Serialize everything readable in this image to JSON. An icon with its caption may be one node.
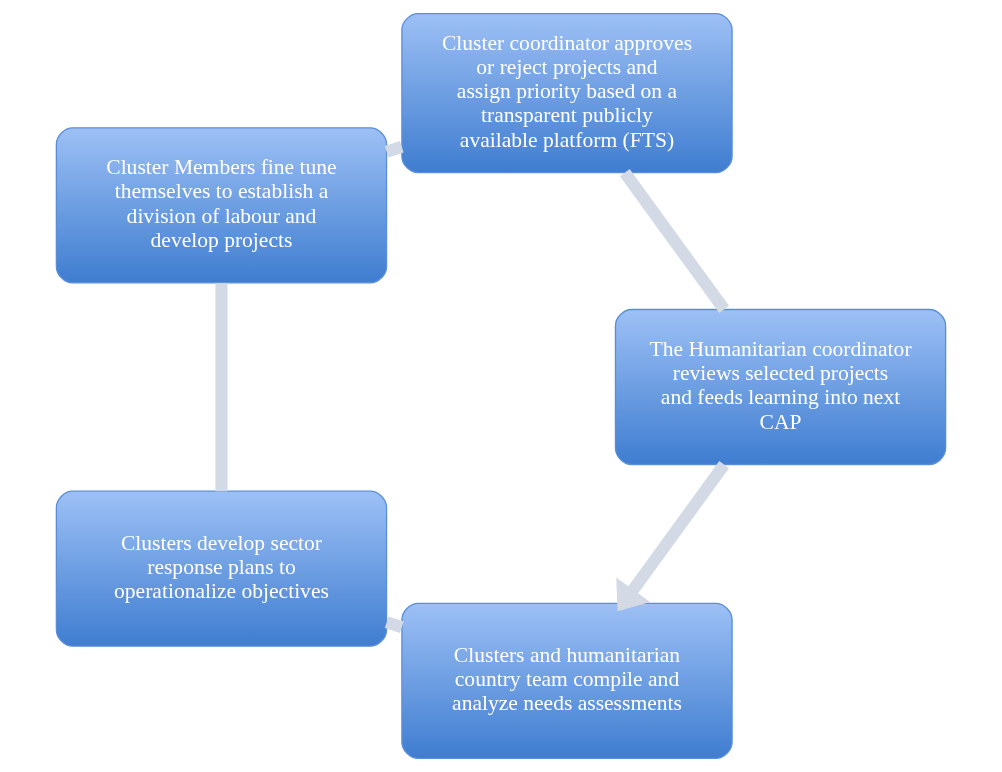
{
  "diagram": {
    "nodes": [
      {
        "text": [
          "Clusters and humanitarian country team compile and analyze needs assessments"
        ]
      },
      {
        "text": [
          "Clusters develop sector response plans to operationalize objectives"
        ]
      },
      {
        "text": [
          "Cluster Members fine tune themselves to establish a division of labour and develop projects"
        ]
      },
      {
        "text": [
          "Cluster coordinator approves or reject projects and assign priority based on a transparent publicly available platform (FTS)"
        ]
      },
      {
        "text": [
          "The Humanitarian coordinator reviews selected projects and feeds learning into next CAP"
        ]
      }
    ],
    "edges": [
      {
        "from": 0,
        "to": 1,
        "arrow": "none"
      },
      {
        "from": 1,
        "to": 2,
        "arrow": "none"
      },
      {
        "from": 2,
        "to": 3,
        "arrow": "none"
      },
      {
        "from": 3,
        "to": 4,
        "arrow": "none"
      },
      {
        "from": 4,
        "to": 0,
        "arrow": "to"
      }
    ]
  }
}
